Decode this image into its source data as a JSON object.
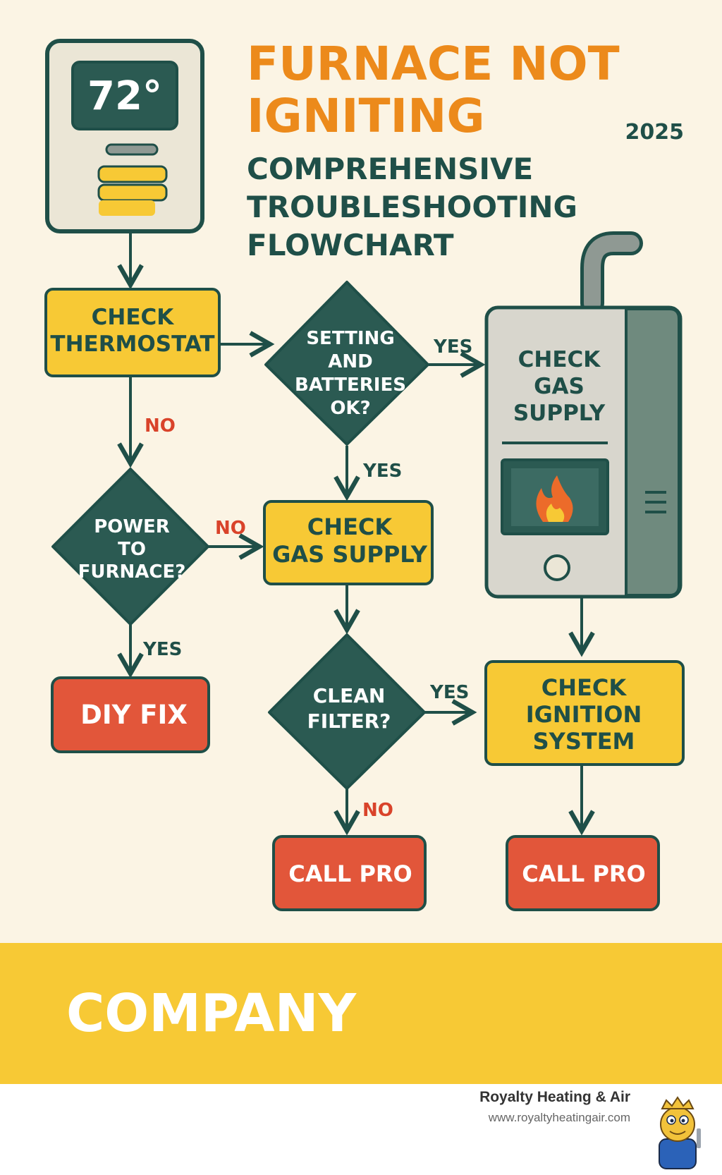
{
  "title": {
    "line1": "FURNACE NOT",
    "line2": "IGNITING"
  },
  "year": "2025",
  "subtitle": {
    "line1": "COMPREHENSIVE",
    "line2": "TROUBLESHOOTING",
    "line3": "FLOWCHART"
  },
  "thermostat_display": "72°",
  "nodes": {
    "check_thermostat": {
      "line1": "CHECK",
      "line2": "THERMOSTAT"
    },
    "settings_batteries": {
      "line1": "SETTING",
      "line2": "AND",
      "line3": "BATTERIES",
      "line4": "OK?"
    },
    "power_to_furnace": {
      "line1": "POWER",
      "line2": "TO",
      "line3": "FURNACE?"
    },
    "check_gas_supply": {
      "line1": "CHECK",
      "line2": "GAS SUPPLY"
    },
    "furnace_label": {
      "line1": "CHECK",
      "line2": "GAS",
      "line3": "SUPPLY"
    },
    "diy_fix": "DIY FIX",
    "clean_filter": {
      "line1": "CLEAN",
      "line2": "FILTER?"
    },
    "check_ignition": {
      "line1": "CHECK",
      "line2": "IGNITION",
      "line3": "SYSTEM"
    },
    "call_pro_left": "CALL PRO",
    "call_pro_right": "CALL PRO"
  },
  "edge_labels": {
    "thermostat_no": "NO",
    "settings_yes_right": "YES",
    "settings_yes_down": "YES",
    "power_no": "NO",
    "power_yes": "YES",
    "filter_yes": "YES",
    "filter_no": "NO"
  },
  "banner": "COMPANY",
  "footer": {
    "brand_name": "Royalty Heating & Air",
    "url": "www.royaltyheatingair.com"
  },
  "colors": {
    "background": "#fbf4e4",
    "dark_green": "#1f4f48",
    "yellow": "#f7c935",
    "orange_title": "#ec8a1b",
    "red_box": "#e2563a",
    "no_label": "#d9432a",
    "banner": "#f7c935"
  }
}
